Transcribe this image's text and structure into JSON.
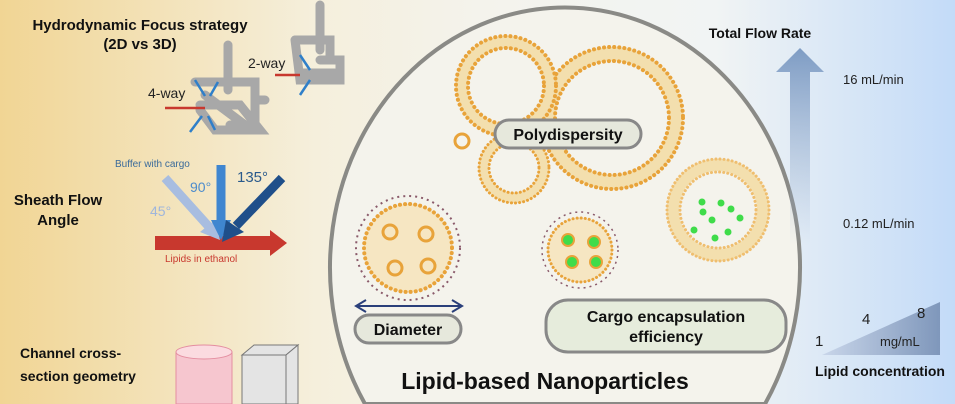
{
  "left": {
    "hydro_title_1": "Hydrodynamic Focus strategy",
    "hydro_title_2": "(2D vs 3D)",
    "label_4way": "4-way",
    "label_2way": "2-way",
    "sheath_title_1": "Sheath Flow",
    "sheath_title_2": "Angle",
    "buffer_label": "Buffer with cargo",
    "angle_45": "45°",
    "angle_90": "90°",
    "angle_135": "135°",
    "lipids_label": "Lipids in ethanol",
    "channel_title_1": "Channel cross-",
    "channel_title_2": "section geometry"
  },
  "center": {
    "polydispersity": "Polydispersity",
    "diameter": "Diameter",
    "cargo_1": "Cargo encapsulation",
    "cargo_2": "efficiency",
    "title": "Lipid-based Nanoparticles"
  },
  "right": {
    "flow_title": "Total Flow Rate",
    "flow_high": "16 mL/min",
    "flow_low": "0.12 mL/min",
    "conc_1": "1",
    "conc_4": "4",
    "conc_8": "8",
    "conc_unit": "mg/mL",
    "conc_title": "Lipid concentration"
  },
  "colors": {
    "lipid": "#e8a33a",
    "cargo": "#3fdc4a",
    "flow_red": "#c8382e",
    "buffer_blue": "#2f7fc9"
  }
}
